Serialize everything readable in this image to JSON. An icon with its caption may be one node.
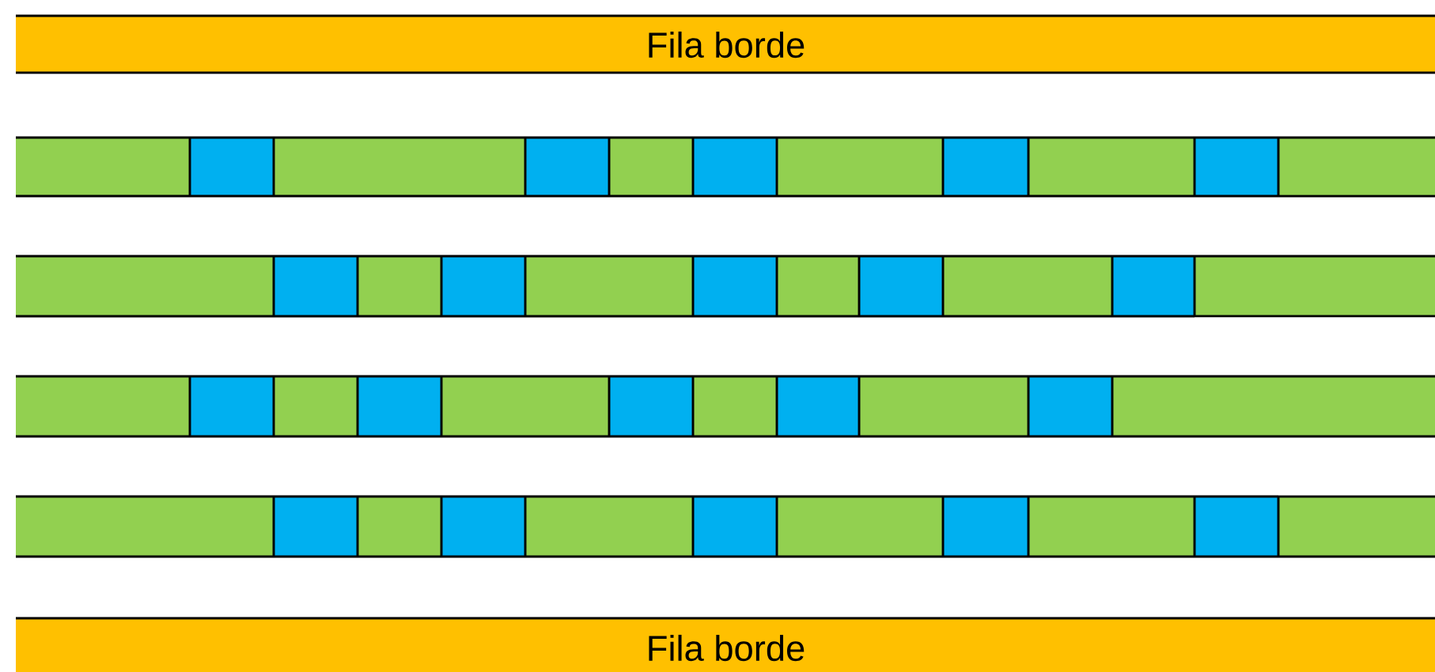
{
  "diagram": {
    "nodes": [
      {
        "text": [
          "Fila borde"
        ]
      },
      {
        "text": [],
        "shape": "box"
      },
      {
        "text": [],
        "shape": "box"
      },
      {
        "text": [],
        "shape": "box"
      },
      {
        "text": [],
        "shape": "box"
      },
      {
        "text": [],
        "shape": "box"
      },
      {
        "text": [],
        "shape": "box"
      },
      {
        "text": [],
        "shape": "box"
      },
      {
        "text": [],
        "shape": "box"
      },
      {
        "text": [],
        "shape": "box"
      },
      {
        "text": [],
        "shape": "box"
      },
      {
        "text": [],
        "shape": "box"
      },
      {
        "text": [],
        "shape": "box"
      },
      {
        "text": [],
        "shape": "box"
      },
      {
        "text": [],
        "shape": "box"
      },
      {
        "text": [],
        "shape": "box"
      },
      {
        "text": [],
        "shape": "box"
      },
      {
        "text": [],
        "shape": "box"
      },
      {
        "text": [],
        "shape": "box"
      },
      {
        "text": [],
        "shape": "box"
      },
      {
        "text": [],
        "shape": "box"
      },
      {
        "text": [],
        "shape": "box"
      },
      {
        "text": [],
        "shape": "box"
      },
      {
        "text": [],
        "shape": "box"
      },
      {
        "text": [],
        "shape": "box"
      },
      {
        "text": [],
        "shape": "box"
      },
      {
        "text": [],
        "shape": "box"
      },
      {
        "text": [],
        "shape": "box"
      },
      {
        "text": [],
        "shape": "box"
      },
      {
        "text": [],
        "shape": "box"
      },
      {
        "text": [],
        "shape": "box"
      },
      {
        "text": [],
        "shape": "box"
      },
      {
        "text": [],
        "shape": "box"
      },
      {
        "text": [],
        "shape": "box"
      },
      {
        "text": [],
        "shape": "box"
      },
      {
        "text": [],
        "shape": "box"
      },
      {
        "text": [],
        "shape": "box"
      },
      {
        "text": [],
        "shape": "box"
      },
      {
        "text": [],
        "shape": "box"
      },
      {
        "text": [],
        "shape": "box"
      },
      {
        "text": [],
        "shape": "box"
      },
      {
        "text": [],
        "shape": "box"
      },
      {
        "text": [],
        "shape": "box"
      },
      {
        "text": [],
        "shape": "box"
      },
      {
        "text": [],
        "shape": "box"
      },
      {
        "text": [
          "Fila borde"
        ]
      }
    ]
  }
}
